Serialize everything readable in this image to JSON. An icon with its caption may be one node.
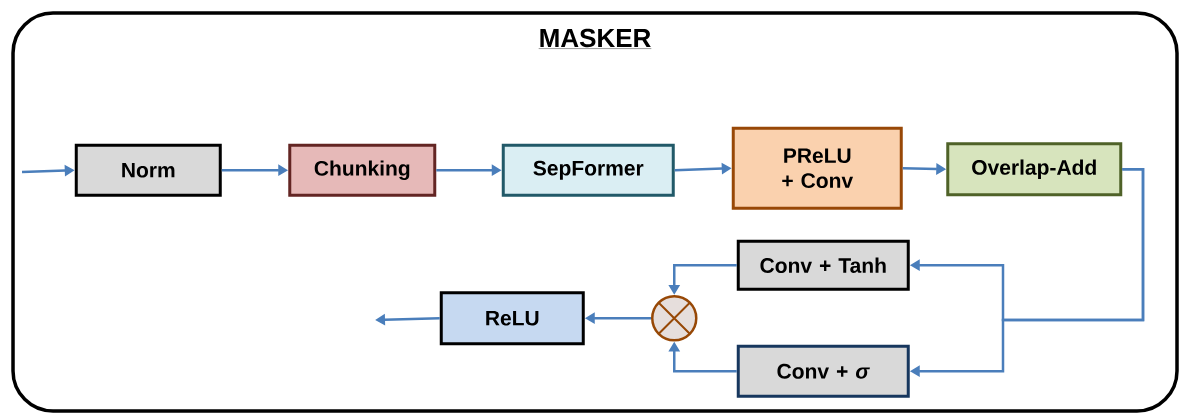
{
  "diagram": {
    "nodes": [
      {
        "text": [
          "MASKER"
        ]
      },
      {
        "text": [
          "Norm"
        ],
        "in": 0
      },
      {
        "text": [
          "Chunking"
        ],
        "in": 0
      },
      {
        "text": [
          "SepFormer"
        ],
        "in": 0
      },
      {
        "text": [
          "PReLU + Conv"
        ],
        "in": 0
      },
      {
        "text": [
          "Overlap-Add"
        ],
        "in": 0
      },
      {
        "text": [
          "Conv + Tanh"
        ],
        "in": 0
      },
      {
        "text": [],
        "shape": "circle",
        "in": 0
      },
      {
        "text": [
          "ReLU"
        ],
        "in": 0
      },
      {
        "text": [
          "Conv + *σ*"
        ],
        "in": 0
      }
    ],
    "edges": [
      {
        "from": null,
        "to": 1,
        "arrow": "to"
      },
      {
        "from": 1,
        "to": 2,
        "arrow": "to"
      },
      {
        "from": 2,
        "to": 3,
        "arrow": "to"
      },
      {
        "from": 3,
        "to": 4,
        "arrow": "to"
      },
      {
        "from": 4,
        "to": 5,
        "arrow": "to"
      },
      {
        "from": 5,
        "to": 6,
        "arrow": "to"
      },
      {
        "from": 5,
        "to": 9,
        "arrow": "to"
      },
      {
        "from": 6,
        "to": 7,
        "arrow": "to"
      },
      {
        "from": 9,
        "to": 7,
        "arrow": "to"
      },
      {
        "from": 7,
        "to": 8,
        "arrow": "to"
      },
      {
        "from": 8,
        "to": null,
        "arrow": "to"
      }
    ]
  }
}
